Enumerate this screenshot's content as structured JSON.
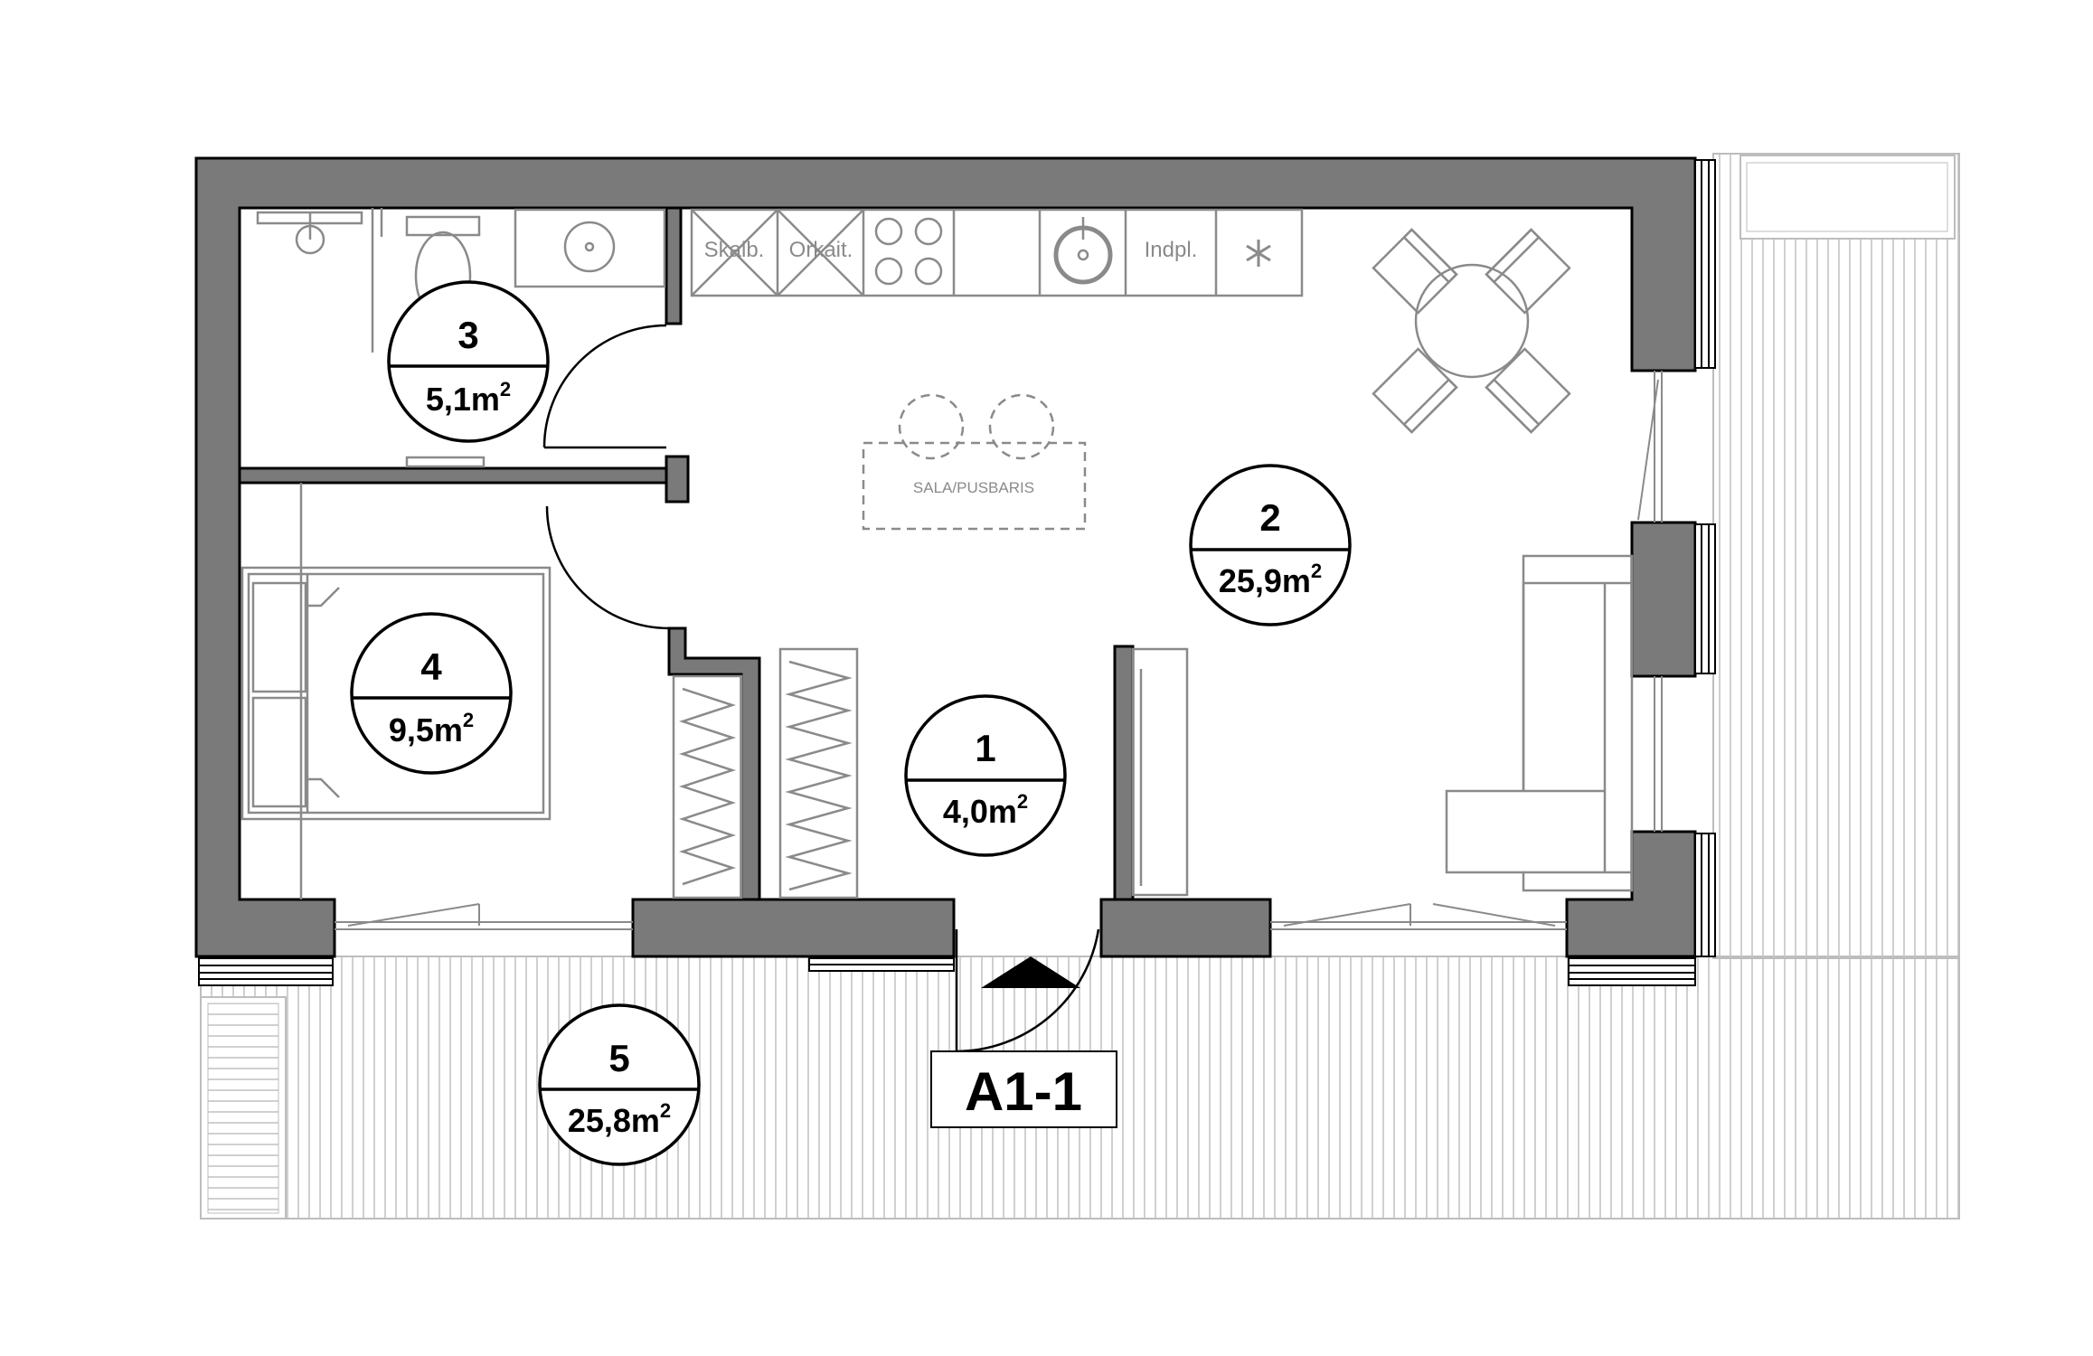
{
  "plan_code": "A1-1",
  "rooms": [
    {
      "number": "1",
      "area": "4,0m",
      "unit_sup": "2"
    },
    {
      "number": "2",
      "area": "25,9m",
      "unit_sup": "2"
    },
    {
      "number": "3",
      "area": "5,1m",
      "unit_sup": "2"
    },
    {
      "number": "4",
      "area": "9,5m",
      "unit_sup": "2"
    },
    {
      "number": "5",
      "area": "25,8m",
      "unit_sup": "2"
    }
  ],
  "kitchen_labels": {
    "dishwasher": "Skalb.",
    "oven": "Orkait.",
    "hob_icon": "stove-burners-icon",
    "sink_icon": "sink-icon",
    "cabinet": "Indpl.",
    "fridge_icon": "snowflake-icon"
  },
  "island_label": "SALA/PUSBARIS",
  "colors": {
    "wall_fill": "#7a7a7a",
    "wall_stroke": "#000000",
    "furniture": "#8a8a8a",
    "deck_lines": "#bdbdbd"
  }
}
